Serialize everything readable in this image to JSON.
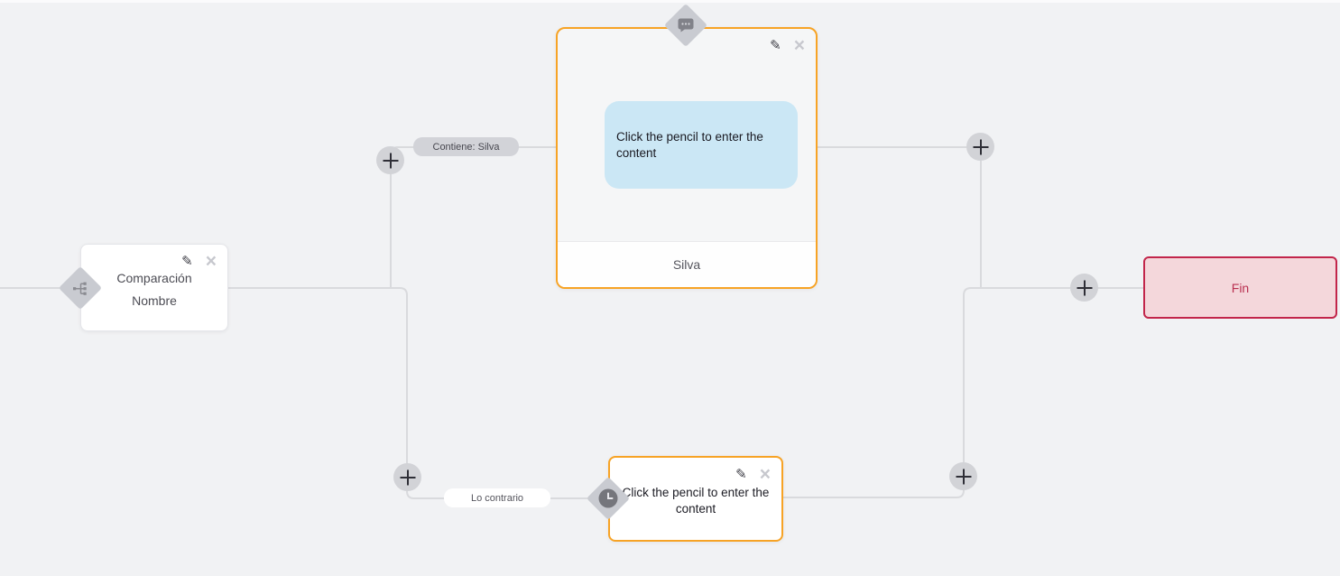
{
  "flow": {
    "nodes": {
      "condition": {
        "line1": "Comparación",
        "line2": "Nombre"
      },
      "message": {
        "placeholder": "Click the pencil to enter the content",
        "footer": "Silva"
      },
      "timeout": {
        "placeholder": "Click the pencil to enter the content"
      },
      "end": {
        "label": "Fin"
      }
    },
    "edge_labels": {
      "match": "Contiene: Silva",
      "otherwise": "Lo contrario"
    },
    "glyphs": {
      "edit": "✎",
      "close": "×"
    },
    "colors": {
      "background": "#f1f2f4",
      "connector": "#d9dadd",
      "accent_orange": "#f7a325",
      "bubble_blue": "#cbe7f5",
      "end_border": "#c2254a",
      "end_background": "#f4d7db",
      "end_text": "#b93050",
      "badge_gray": "#c9cbd1",
      "plus_gray": "#d2d3d7"
    }
  }
}
